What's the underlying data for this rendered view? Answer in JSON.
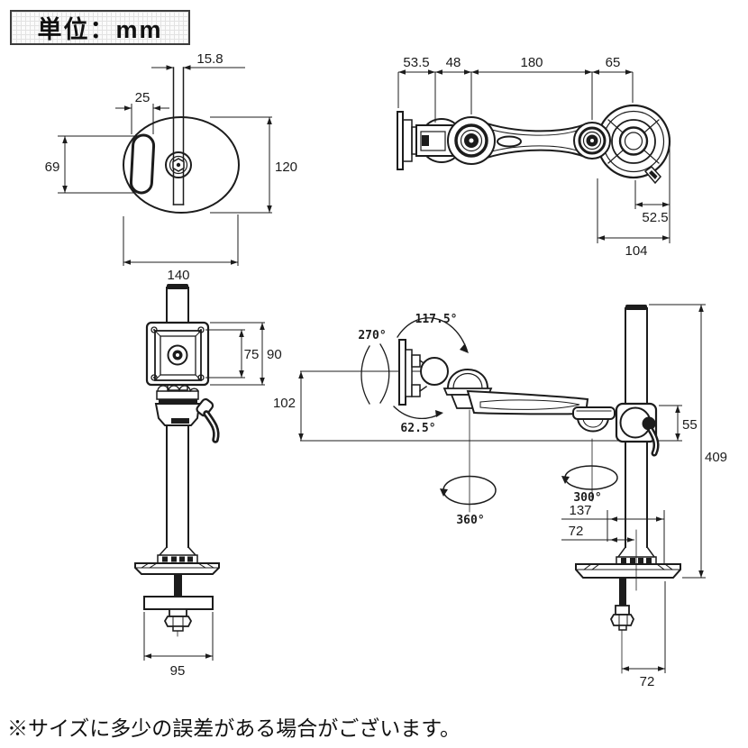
{
  "unit_box": {
    "label": "単位：mm"
  },
  "footnote": "※サイズに多少の誤差がある場合がございます。",
  "colors": {
    "ink": "#1c1c1c",
    "background": "#ffffff",
    "grid_line": "#e2e2e2",
    "box_border": "#3c3c3c"
  },
  "views": {
    "base_top": {
      "title": "base-plate-top-view",
      "dims": {
        "slot_width": "15.8",
        "slot_hole_width": "25",
        "slot_hole_height": "69",
        "plate_depth": "120",
        "plate_width": "140"
      }
    },
    "arm_top": {
      "title": "arm-top-view",
      "dims": {
        "vesa_to_joint": "53.5",
        "joint_to_pivot": "48",
        "arm_length": "180",
        "pivot_to_pole": "65",
        "pole_offset": "52.5",
        "mount_width": "104"
      }
    },
    "pole_front": {
      "title": "pole-front-view",
      "dims": {
        "vesa_holes": "75",
        "vesa_plate": "90",
        "clamp_width": "95"
      }
    },
    "arm_side": {
      "title": "arm-side-view",
      "dims": {
        "tilt_upper": "117.5°",
        "pan_range": "270°",
        "tilt_lower": "62.5°",
        "rotation_full": "360°",
        "pole_rotation": "300°",
        "arm_rise": "102",
        "collar_height": "55",
        "pole_height": "409",
        "base_reach": "137",
        "base_offset": "72",
        "clamp_depth": "72"
      }
    }
  }
}
